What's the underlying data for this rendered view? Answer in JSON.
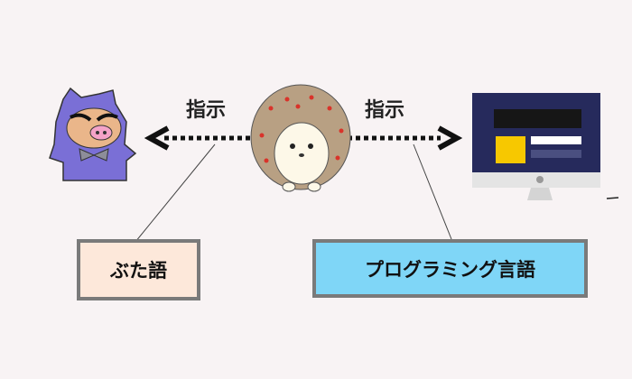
{
  "left_instruction": "指示",
  "right_instruction": "指示",
  "pig_language_box": "ぶた語",
  "programming_language_box": "プログラミング言語",
  "colors": {
    "background": "#f8f3f4",
    "pig_box": "#fde8da",
    "prog_box": "#7fd6f7",
    "border": "#7a7a7a",
    "monitor": "#262a5c",
    "accent": "#f7c800"
  }
}
